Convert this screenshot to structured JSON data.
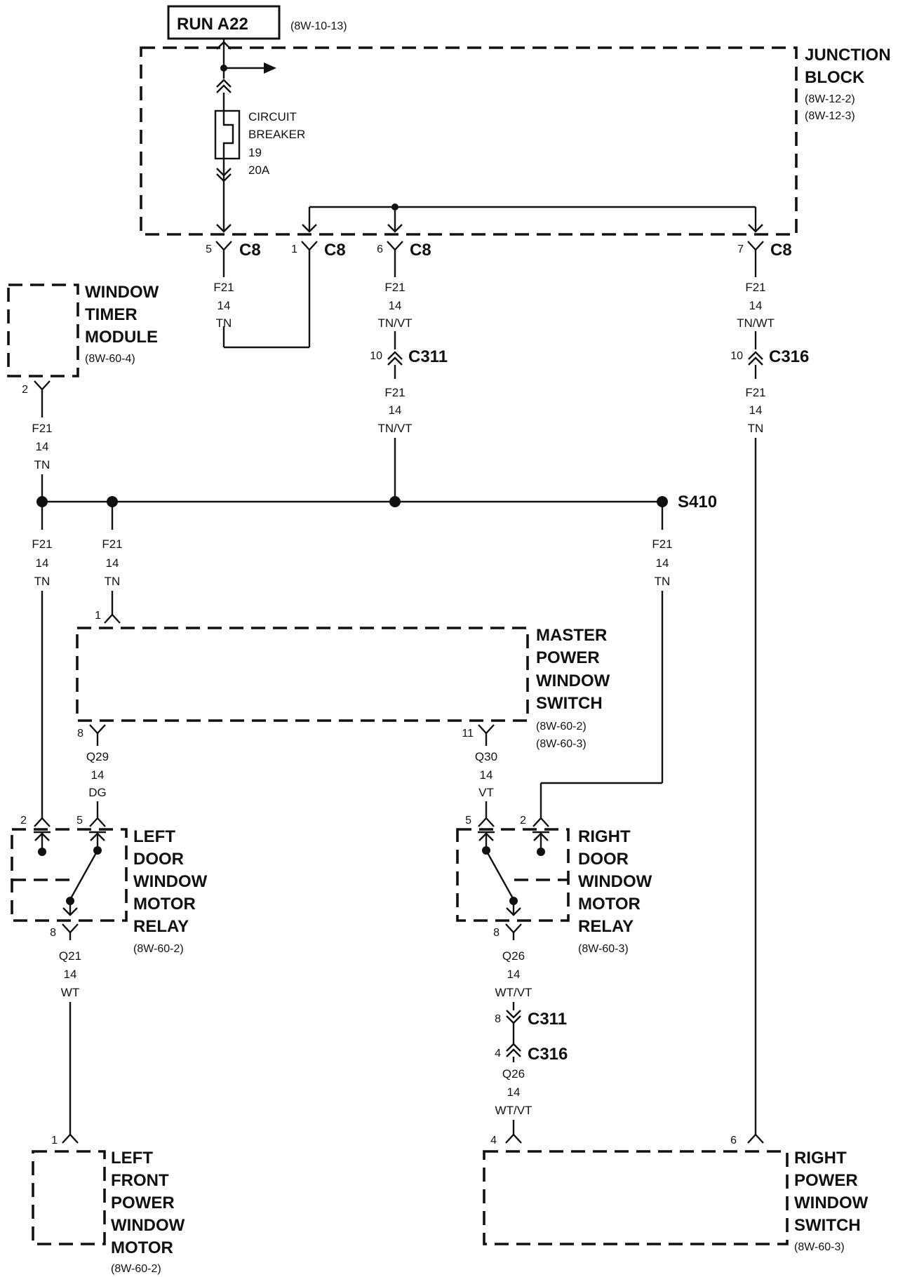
{
  "power_source": {
    "label": "RUN A22",
    "ref": "(8W-10-13)"
  },
  "junction_block": {
    "title": [
      "JUNCTION",
      "BLOCK"
    ],
    "refs": [
      "(8W-12-2)",
      "(8W-12-3)"
    ]
  },
  "circuit_breaker": {
    "lines": [
      "CIRCUIT",
      "BREAKER",
      "19",
      "20A"
    ]
  },
  "connectors": [
    {
      "id": "c8-5",
      "name": "C8",
      "pin": "5"
    },
    {
      "id": "c8-1",
      "name": "C8",
      "pin": "1"
    },
    {
      "id": "c8-6",
      "name": "C8",
      "pin": "6"
    },
    {
      "id": "c8-7",
      "name": "C8",
      "pin": "7"
    },
    {
      "id": "c311-10",
      "name": "C311",
      "pin": "10"
    },
    {
      "id": "c316-10",
      "name": "C316",
      "pin": "10"
    },
    {
      "id": "c311-8",
      "name": "C311",
      "pin": "8"
    },
    {
      "id": "c316-4",
      "name": "C316",
      "pin": "4"
    }
  ],
  "splice": {
    "name": "S410"
  },
  "wires": [
    {
      "id": "w-c8-5",
      "lines": [
        "F21",
        "14",
        "TN"
      ]
    },
    {
      "id": "w-c8-6",
      "lines": [
        "F21",
        "14",
        "TN/VT"
      ]
    },
    {
      "id": "w-c311",
      "lines": [
        "F21",
        "14",
        "TN/VT"
      ]
    },
    {
      "id": "w-c8-7",
      "lines": [
        "F21",
        "14",
        "TN/WT"
      ]
    },
    {
      "id": "w-c316",
      "lines": [
        "F21",
        "14",
        "TN"
      ]
    },
    {
      "id": "w-timer",
      "lines": [
        "F21",
        "14",
        "TN"
      ]
    },
    {
      "id": "w-left-relay-feed",
      "lines": [
        "F21",
        "14",
        "TN"
      ]
    },
    {
      "id": "w-master-feed",
      "lines": [
        "F21",
        "14",
        "TN"
      ]
    },
    {
      "id": "w-right-relay-feed",
      "lines": [
        "F21",
        "14",
        "TN"
      ]
    },
    {
      "id": "w-q29",
      "lines": [
        "Q29",
        "14",
        "DG"
      ]
    },
    {
      "id": "w-q30",
      "lines": [
        "Q30",
        "14",
        "VT"
      ]
    },
    {
      "id": "w-q21",
      "lines": [
        "Q21",
        "14",
        "WT"
      ]
    },
    {
      "id": "w-q26-a",
      "lines": [
        "Q26",
        "14",
        "WT/VT"
      ]
    },
    {
      "id": "w-q26-b",
      "lines": [
        "Q26",
        "14",
        "WT/VT"
      ]
    }
  ],
  "components": [
    {
      "id": "window-timer-module",
      "title": [
        "WINDOW",
        "TIMER",
        "MODULE"
      ],
      "ref": "(8W-60-4)"
    },
    {
      "id": "master-power-window-switch",
      "title": [
        "MASTER",
        "POWER",
        "WINDOW",
        "SWITCH"
      ],
      "refs": [
        "(8W-60-2)",
        "(8W-60-3)"
      ]
    },
    {
      "id": "left-door-window-motor-relay",
      "title": [
        "LEFT",
        "DOOR",
        "WINDOW",
        "MOTOR",
        "RELAY"
      ],
      "ref": "(8W-60-2)"
    },
    {
      "id": "right-door-window-motor-relay",
      "title": [
        "RIGHT",
        "DOOR",
        "WINDOW",
        "MOTOR",
        "RELAY"
      ],
      "ref": "(8W-60-3)"
    },
    {
      "id": "left-front-power-window-motor",
      "title": [
        "LEFT",
        "FRONT",
        "POWER",
        "WINDOW",
        "MOTOR"
      ],
      "ref": "(8W-60-2)"
    },
    {
      "id": "right-power-window-switch",
      "title": [
        "RIGHT",
        "POWER",
        "WINDOW",
        "SWITCH"
      ],
      "ref": "(8W-60-3)"
    }
  ],
  "pins": {
    "timer_2": "2",
    "master_1": "1",
    "master_8": "8",
    "master_11": "11",
    "left_relay_2": "2",
    "left_relay_5": "5",
    "left_relay_8": "8",
    "right_relay_5": "5",
    "right_relay_2": "2",
    "right_relay_8": "8",
    "left_motor_1": "1",
    "right_switch_4": "4",
    "right_switch_6": "6"
  }
}
